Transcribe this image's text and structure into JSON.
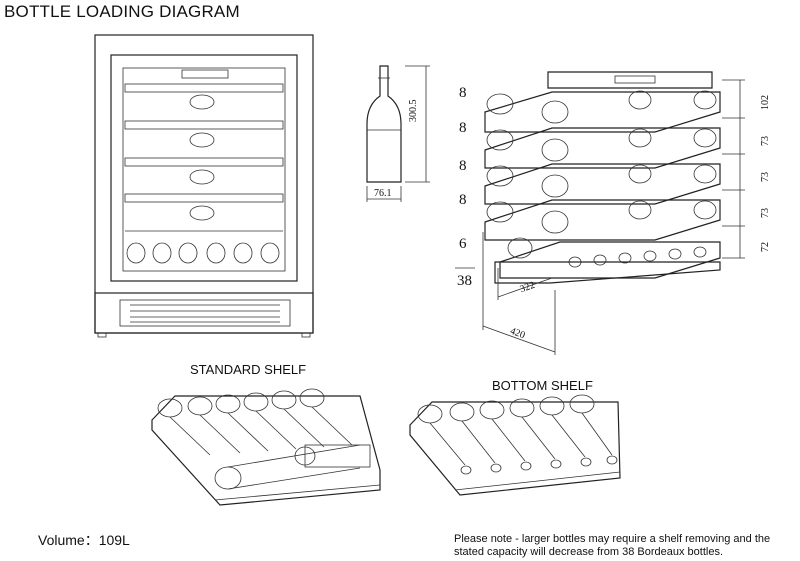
{
  "title": "BOTTLE LOADING DIAGRAM",
  "bottle_height": "300.5",
  "bottle_width": "76.1",
  "shelf_counts": [
    "8",
    "8",
    "8",
    "8",
    "6"
  ],
  "total_count": "38",
  "shelf_heights": [
    "102",
    "73",
    "73",
    "73",
    "72"
  ],
  "depth_inner": "322",
  "depth_outer": "420",
  "standard_shelf_label": "STANDARD SHELF",
  "bottom_shelf_label": "BOTTOM SHELF",
  "volume_label": "Volume：109L",
  "note_line1": "Please note - larger bottles may require a shelf removing and the",
  "note_line2": "stated capacity will decrease from  38 Bordeaux bottles."
}
